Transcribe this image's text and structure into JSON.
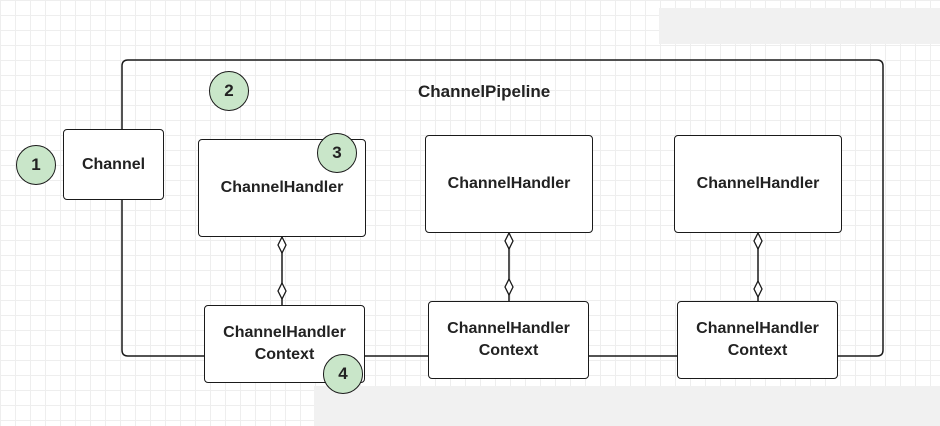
{
  "pipeline": {
    "title": "ChannelPipeline"
  },
  "channel": {
    "label": "Channel"
  },
  "handlers": [
    {
      "label": "ChannelHandler"
    },
    {
      "label": "ChannelHandler"
    },
    {
      "label": "ChannelHandler"
    }
  ],
  "contexts": [
    {
      "line1": "ChannelHandler",
      "line2": "Context"
    },
    {
      "line1": "ChannelHandler",
      "line2": "Context"
    },
    {
      "line1": "ChannelHandler",
      "line2": "Context"
    }
  ],
  "badges": {
    "channel": "1",
    "pipeline": "2",
    "handler": "3",
    "context": "4"
  },
  "colors": {
    "badge_fill": "#c9e6c9",
    "stroke": "#1a1a1a",
    "grid": "#eeeeee"
  }
}
